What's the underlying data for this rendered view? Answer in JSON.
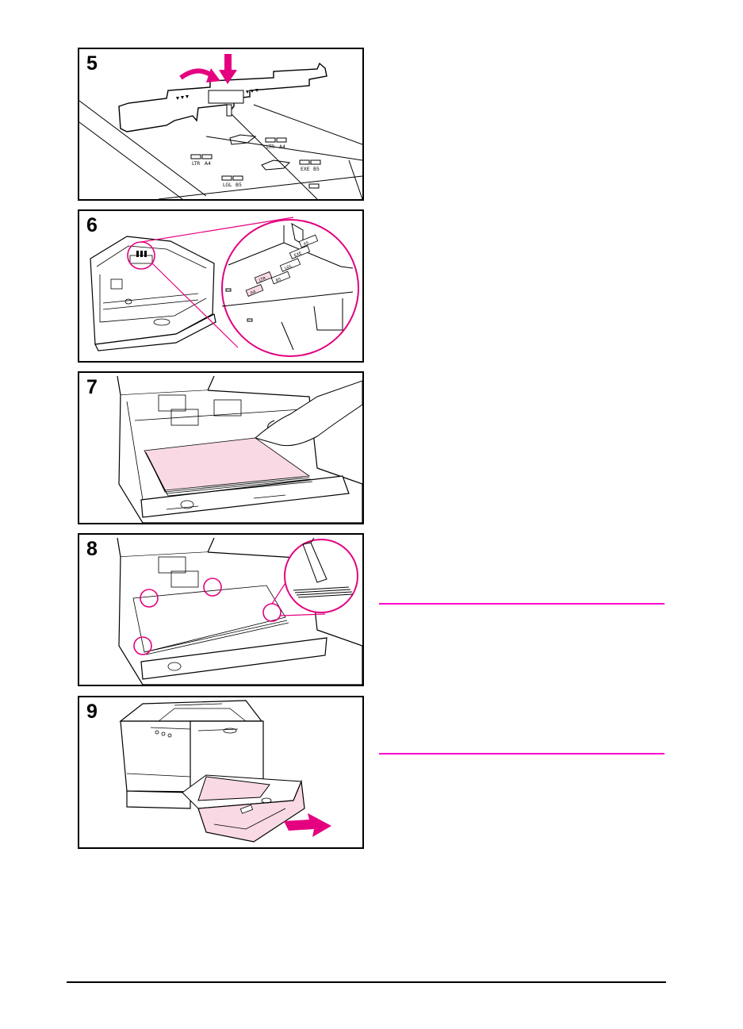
{
  "steps": [
    {
      "number": "5",
      "icon": "tray-paper-guide-icon"
    },
    {
      "number": "6",
      "icon": "tray-size-markings-icon"
    },
    {
      "number": "7",
      "icon": "load-paper-stack-icon"
    },
    {
      "number": "8",
      "icon": "paper-corner-tabs-icon"
    },
    {
      "number": "9",
      "icon": "insert-tray-printer-icon"
    }
  ],
  "panel5": {
    "size_marks": [
      "LTR",
      "A4",
      "LTR",
      "A4",
      "EXE",
      "B5",
      "LGL",
      "B5"
    ]
  },
  "panel6": {
    "size_marks": [
      "A4",
      "LTR",
      "B5",
      "LGL",
      "EXE",
      "A5"
    ]
  },
  "colors": {
    "accent": "#e4007f",
    "paper": "#f9d9e3",
    "rule": "#ff00cc",
    "ink": "#000000"
  }
}
